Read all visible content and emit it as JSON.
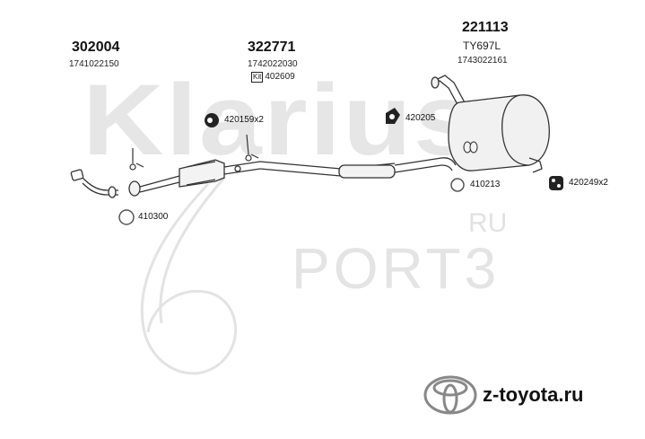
{
  "watermarks": {
    "brand": "Klarius",
    "ru": "RU",
    "ports": "PORT3"
  },
  "parts": {
    "front_pipe": {
      "code": "302004",
      "oem": "1741022150"
    },
    "center_pipe": {
      "code": "322771",
      "oem": "1742022030",
      "kit": "402609",
      "kit_prefix": "Kit"
    },
    "rear_silencer": {
      "code": "221113",
      "model": "TY697L",
      "oem": "1743022161"
    }
  },
  "fittings": {
    "f1": "420159x2",
    "f2": "420205",
    "f3": "420249x2",
    "f4": "410213",
    "f5": "410300"
  },
  "footer": {
    "site": "z-toyota.ru"
  },
  "colors": {
    "line": "#333333",
    "ink": "#111111",
    "watermark": "#e6e6e6"
  }
}
